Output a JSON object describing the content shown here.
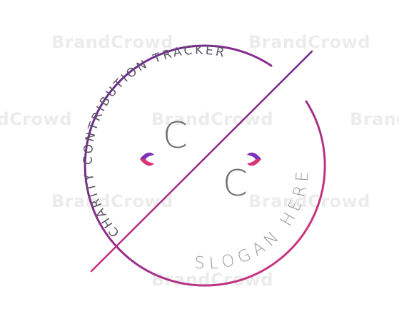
{
  "logo": {
    "title": "CHARITY CONTRIBUTION TRACKER",
    "slogan": "SLOGAN HERE",
    "monogram_first": "C",
    "monogram_second": "C",
    "gradient": {
      "start": "#6a2a8e",
      "end": "#d6357a"
    },
    "text_color": "#5d5666"
  },
  "watermark": {
    "text": "BrandCrowd",
    "color": "#ececec"
  }
}
